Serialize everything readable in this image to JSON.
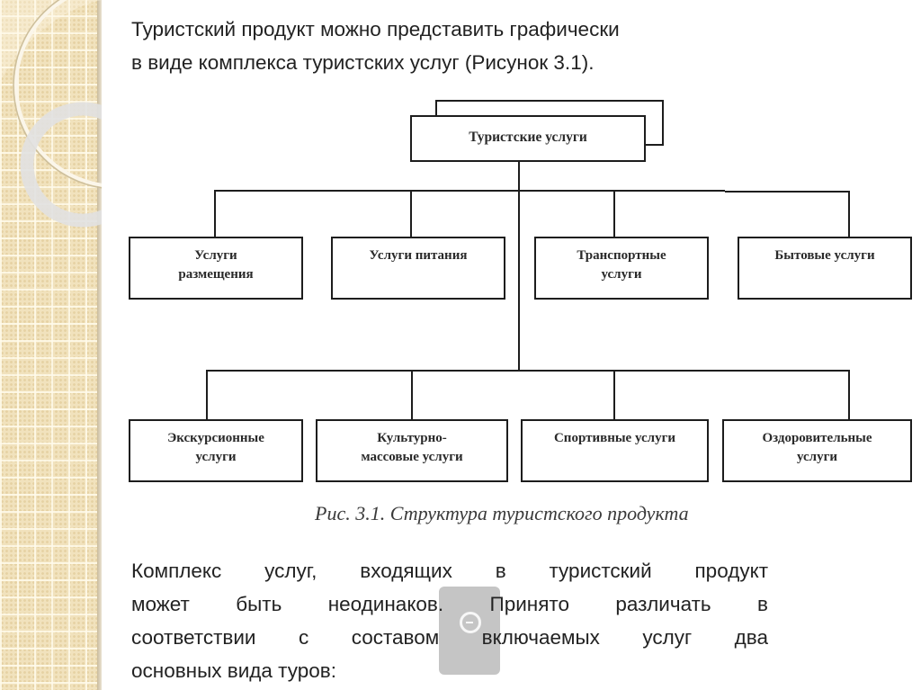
{
  "slide": {
    "intro_lines": [
      "Туристский продукт можно представить графически",
      "в виде комплекса туристских услуг (Рисунок 3.1)."
    ],
    "body_lines": [
      "Комплекс услуг, входящих в туристский продукт",
      "может быть неодинаков. Принято различать в",
      "соответствии с составом включаемых услуг два",
      "основных вида туров:"
    ],
    "accent_color": "#f1e2bd"
  },
  "diagram": {
    "root": "Туристские услуги",
    "row1": [
      {
        "line1": "Услуги",
        "line2": "размещения"
      },
      {
        "line1": "Услуги питания",
        "line2": ""
      },
      {
        "line1": "Транспортные",
        "line2": "услуги"
      },
      {
        "line1": "Бытовые услуги",
        "line2": ""
      }
    ],
    "row2": [
      {
        "line1": "Экскурсионные",
        "line2": "услуги"
      },
      {
        "line1": "Культурно-",
        "line2": "массовые услуги"
      },
      {
        "line1": "Спортивные услуги",
        "line2": ""
      },
      {
        "line1": "Оздоровительные",
        "line2": "услуги"
      }
    ],
    "caption": "Рис. 3.1. Структура туристского продукта"
  },
  "overlay": {
    "icon": "zoom-out-icon"
  }
}
